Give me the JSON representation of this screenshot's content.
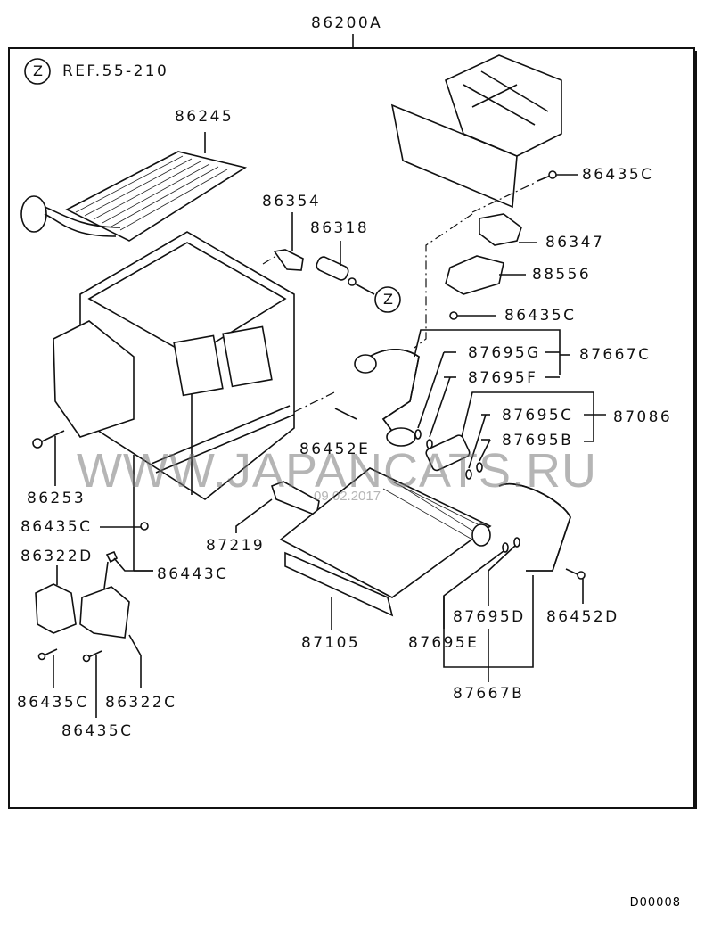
{
  "diagram": {
    "assembly_label": "86200A",
    "reference": {
      "marker": "Z",
      "text": "REF.55-210"
    },
    "drawing_code": "D00008",
    "watermark": {
      "site": "WWW.JAPANCATS.RU",
      "date": "09.02.2017"
    },
    "callouts": [
      {
        "id": "86245",
        "part": "evaporator / heater core (top)"
      },
      {
        "id": "86354"
      },
      {
        "id": "86318"
      },
      {
        "id": "Z",
        "kind": "reference-marker"
      },
      {
        "id": "86435C",
        "location": "upper duct screw"
      },
      {
        "id": "86347"
      },
      {
        "id": "88556"
      },
      {
        "id": "86435C",
        "location": "below 88556"
      },
      {
        "id": "87695G"
      },
      {
        "id": "87695F"
      },
      {
        "id": "87667C",
        "group": [
          "87695G",
          "87695F"
        ]
      },
      {
        "id": "87695C"
      },
      {
        "id": "87695B"
      },
      {
        "id": "87086",
        "group": [
          "87695C",
          "87695B"
        ]
      },
      {
        "id": "86452E"
      },
      {
        "id": "86253"
      },
      {
        "id": "86435C",
        "location": "left side"
      },
      {
        "id": "87219"
      },
      {
        "id": "86322D"
      },
      {
        "id": "86443C"
      },
      {
        "id": "86435C",
        "location": "bottom left"
      },
      {
        "id": "86322C"
      },
      {
        "id": "86435C",
        "location": "bottom center"
      },
      {
        "id": "87105"
      },
      {
        "id": "87695D"
      },
      {
        "id": "86452D"
      },
      {
        "id": "87695E"
      },
      {
        "id": "87667B",
        "group": [
          "87695D",
          "87695E"
        ]
      }
    ]
  }
}
